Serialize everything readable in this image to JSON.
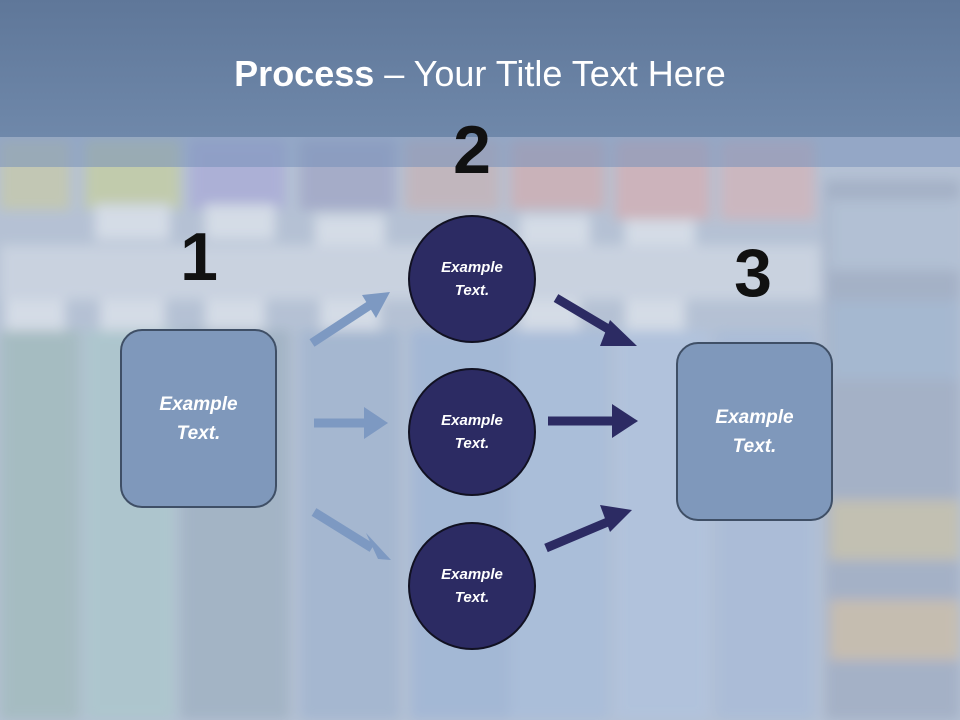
{
  "slide": {
    "title_bold": "Process",
    "title_rest": " – Your Title Text Here"
  },
  "steps": {
    "num1": "1",
    "num2": "2",
    "num3": "3"
  },
  "nodes": {
    "left_box_line1": "Example",
    "left_box_line2": "Text.",
    "right_box_line1": "Example",
    "right_box_line2": "Text.",
    "circle_top_line1": "Example",
    "circle_top_line2": "Text.",
    "circle_mid_line1": "Example",
    "circle_mid_line2": "Text.",
    "circle_bot_line1": "Example",
    "circle_bot_line2": "Text."
  },
  "colors": {
    "title_band": "#5f7799",
    "box_fill": "#7f98bb",
    "circle_fill": "#2c2b63",
    "light_arrow": "#7d99c2",
    "dark_arrow": "#2c2b63"
  }
}
